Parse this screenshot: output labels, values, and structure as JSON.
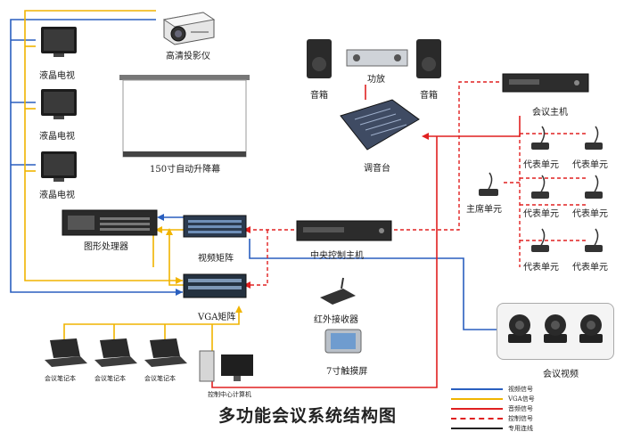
{
  "title": "多功能会议系统结构图",
  "labels": {
    "projector": "高清投影仪",
    "lcd1": "液晶电视",
    "lcd2": "液晶电视",
    "lcd3": "液晶电视",
    "screen": "150寸自动升降幕",
    "graphics": "图形处理器",
    "video_matrix": "视频矩阵",
    "vga_matrix": "VGA矩阵",
    "speaker_left": "音箱",
    "speaker_right": "音箱",
    "amplifier": "功放",
    "mixer": "调音台",
    "conf_host": "会议主机",
    "chair_unit": "主席单元",
    "rep_units": [
      "代表单元",
      "代表单元",
      "代表单元",
      "代表单元",
      "代表单元",
      "代表单元"
    ],
    "central_host": "中央控制主机",
    "ir_receiver": "红外接收器",
    "touch_screen": "7寸触摸屏",
    "laptops": [
      "会议笔记本",
      "会议笔记本",
      "会议笔记本"
    ],
    "control_pc": "控制中心计算机",
    "conf_video": "会议视频"
  },
  "legend": [
    {
      "label": "视频信号",
      "color": "#2a5fbf",
      "style": "solid"
    },
    {
      "label": "VGA信号",
      "color": "#f0b400",
      "style": "solid"
    },
    {
      "label": "音频信号",
      "color": "#e02020",
      "style": "solid"
    },
    {
      "label": "控制信号",
      "color": "#e02020",
      "style": "dashed"
    },
    {
      "label": "专用连线",
      "color": "#222222",
      "style": "solid"
    }
  ]
}
